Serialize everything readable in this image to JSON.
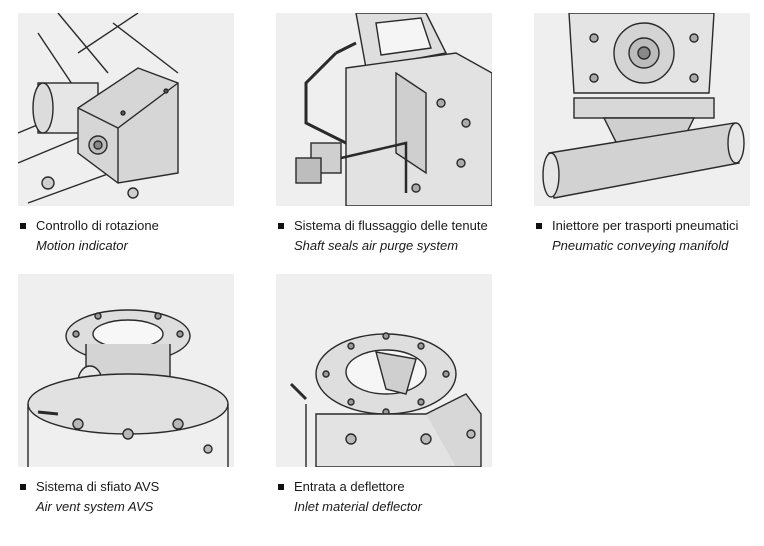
{
  "items": [
    {
      "it": "Controllo di rotazione",
      "en": "Motion indicator",
      "illustration": "motion-indicator-drawing"
    },
    {
      "it": "Sistema di flussaggio delle tenute",
      "en": "Shaft seals air purge system",
      "illustration": "shaft-seals-purge-drawing"
    },
    {
      "it": "Iniettore per trasporti pneumatici",
      "en": "Pneumatic conveying manifold",
      "illustration": "pneumatic-manifold-drawing"
    },
    {
      "it": "Sistema di sfiato AVS",
      "en": "Air vent system AVS",
      "illustration": "air-vent-system-drawing"
    },
    {
      "it": "Entrata a deflettore",
      "en": "Inlet material deflector",
      "illustration": "inlet-deflector-drawing"
    }
  ],
  "colors": {
    "panel_bg": "#efefef",
    "line": "#2a2a2a",
    "fill": "#d9d9d9"
  }
}
